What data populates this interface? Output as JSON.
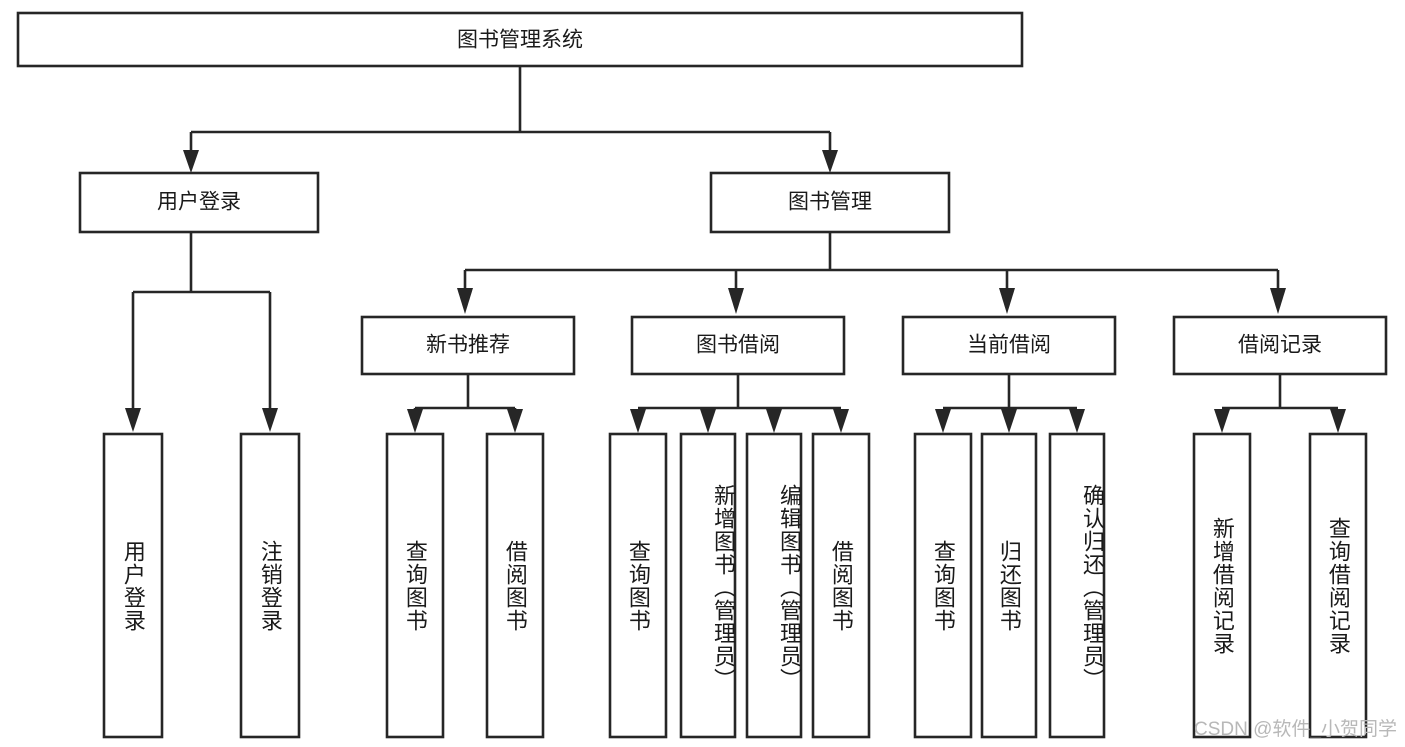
{
  "diagram": {
    "title": "图书管理系统",
    "type": "hierarchy-tree",
    "watermark": "CSDN @软件_小贺同学",
    "levels": {
      "root": {
        "label": "图书管理系统",
        "orientation": "horizontal"
      },
      "level2": [
        {
          "id": "user-login",
          "label": "用户登录",
          "orientation": "horizontal"
        },
        {
          "id": "book-manage",
          "label": "图书管理",
          "orientation": "horizontal"
        }
      ],
      "level3": [
        {
          "id": "new-book-recommend",
          "label": "新书推荐",
          "orientation": "horizontal",
          "parent": "book-manage"
        },
        {
          "id": "book-borrow",
          "label": "图书借阅",
          "orientation": "horizontal",
          "parent": "book-manage"
        },
        {
          "id": "current-borrow",
          "label": "当前借阅",
          "orientation": "horizontal",
          "parent": "book-manage"
        },
        {
          "id": "borrow-record",
          "label": "借阅记录",
          "orientation": "horizontal",
          "parent": "book-manage"
        }
      ],
      "leaves": [
        {
          "id": "leaf-user-login",
          "label": "用户登录",
          "orientation": "vertical",
          "parent": "user-login",
          "align": "center"
        },
        {
          "id": "leaf-logout-login",
          "label": "注销登录",
          "orientation": "vertical",
          "parent": "user-login",
          "align": "center"
        },
        {
          "id": "leaf-query-book-1",
          "label": "查询图书",
          "orientation": "vertical",
          "parent": "new-book-recommend",
          "align": "center"
        },
        {
          "id": "leaf-borrow-book-1",
          "label": "借阅图书",
          "orientation": "vertical",
          "parent": "new-book-recommend",
          "align": "center"
        },
        {
          "id": "leaf-query-book-2",
          "label": "查询图书",
          "orientation": "vertical",
          "parent": "book-borrow",
          "align": "center"
        },
        {
          "id": "leaf-add-book",
          "label": "新增图书（管理员）",
          "orientation": "vertical",
          "parent": "book-borrow",
          "align": "top"
        },
        {
          "id": "leaf-edit-book",
          "label": "编辑图书（管理员）",
          "orientation": "vertical",
          "parent": "book-borrow",
          "align": "top"
        },
        {
          "id": "leaf-borrow-book-2",
          "label": "借阅图书",
          "orientation": "vertical",
          "parent": "book-borrow",
          "align": "center"
        },
        {
          "id": "leaf-query-book-3",
          "label": "查询图书",
          "orientation": "vertical",
          "parent": "current-borrow",
          "align": "center"
        },
        {
          "id": "leaf-return-book",
          "label": "归还图书",
          "orientation": "vertical",
          "parent": "current-borrow",
          "align": "center"
        },
        {
          "id": "leaf-confirm-return",
          "label": "确认归还（管理员）",
          "orientation": "vertical",
          "parent": "current-borrow",
          "align": "top"
        },
        {
          "id": "leaf-add-record",
          "label": "新增借阅记录",
          "orientation": "vertical",
          "parent": "borrow-record",
          "align": "center"
        },
        {
          "id": "leaf-query-record",
          "label": "查询借阅记录",
          "orientation": "vertical",
          "parent": "borrow-record",
          "align": "center"
        }
      ]
    },
    "colors": {
      "stroke": "#262626",
      "fill": "#ffffff",
      "text": "#1a1a1a",
      "watermark": "#b8b8b8"
    }
  }
}
